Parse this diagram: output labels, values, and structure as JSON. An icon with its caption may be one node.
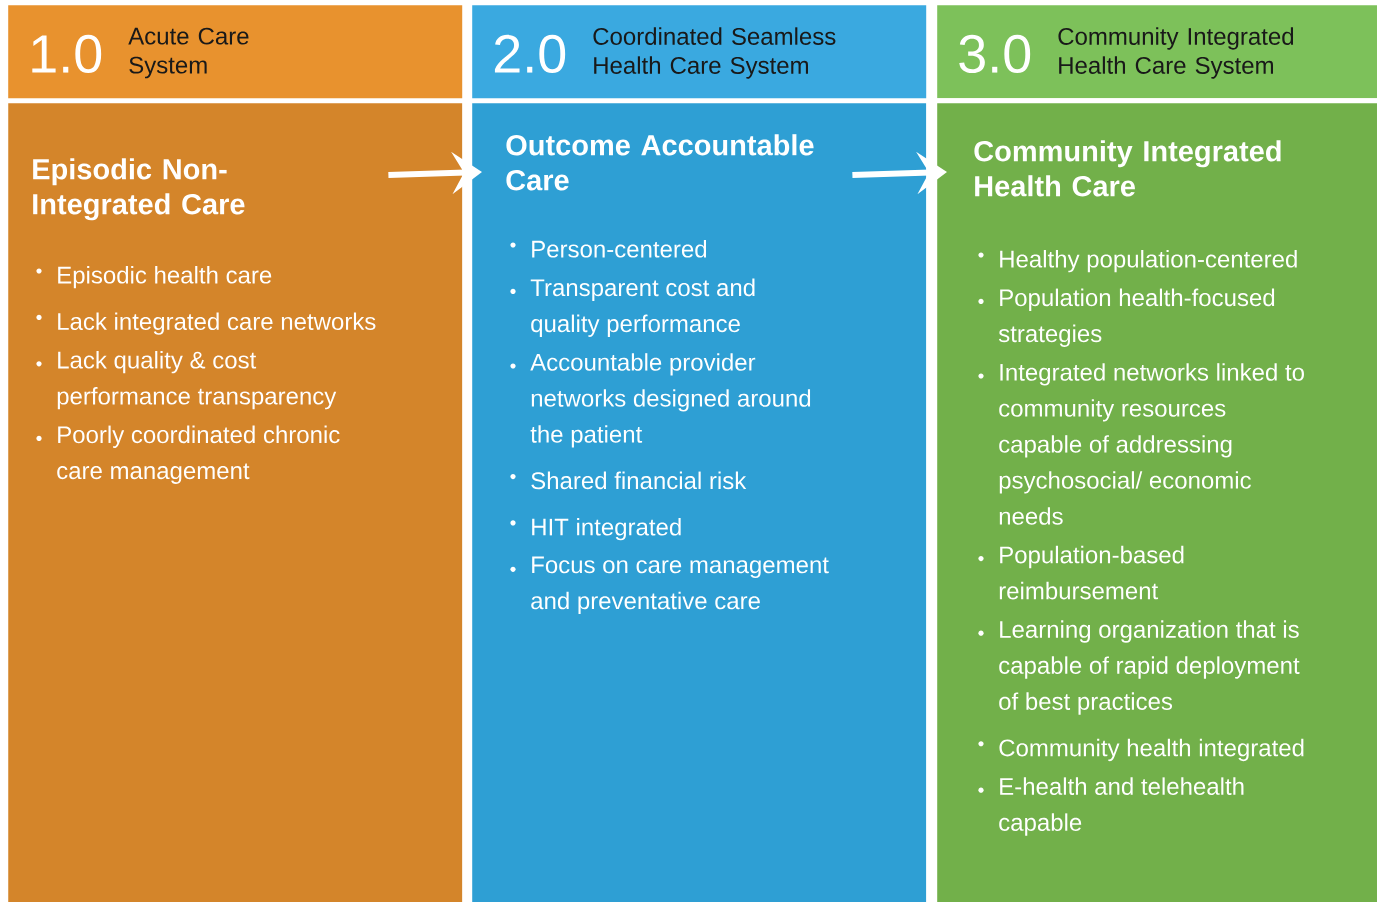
{
  "diagram": {
    "nodes": [
      {
        "text": [
          "1.0",
          "Acute Care System"
        ]
      },
      {
        "text": [
          "Episodic Non-Integrated Care",
          "Episodic health care",
          "Lack integrated care networks",
          "Lack quality & cost performance transparency",
          "Poorly coordinated chronic care management"
        ]
      },
      {
        "text": [
          "2.0",
          "Coordinated Seamless Health Care System"
        ]
      },
      {
        "text": [
          "Outcome Accountable Care",
          "Person-centered",
          "Transparent cost and quality performance",
          "Accountable provider networks designed around the patient",
          "Shared financial risk",
          "HIT integrated",
          "Focus on care management and preventative care"
        ]
      },
      {
        "text": [
          "3.0",
          "Community Integrated Health Care System"
        ]
      },
      {
        "text": [
          "Community Integrated Health Care",
          "Healthy population-centered",
          "Population health-focused strategies",
          "Integrated networks linked to community resources capable of addressing psychosocial/ economic needs",
          "Population-based reimbursement",
          "Learning organization that is capable of rapid deployment of best practices",
          "Community health integrated",
          "E-health and telehealth capable"
        ]
      }
    ],
    "edges": [
      {
        "from": 1,
        "to": 3,
        "arrow": "to"
      },
      {
        "from": 3,
        "to": 5,
        "arrow": "to"
      }
    ]
  }
}
